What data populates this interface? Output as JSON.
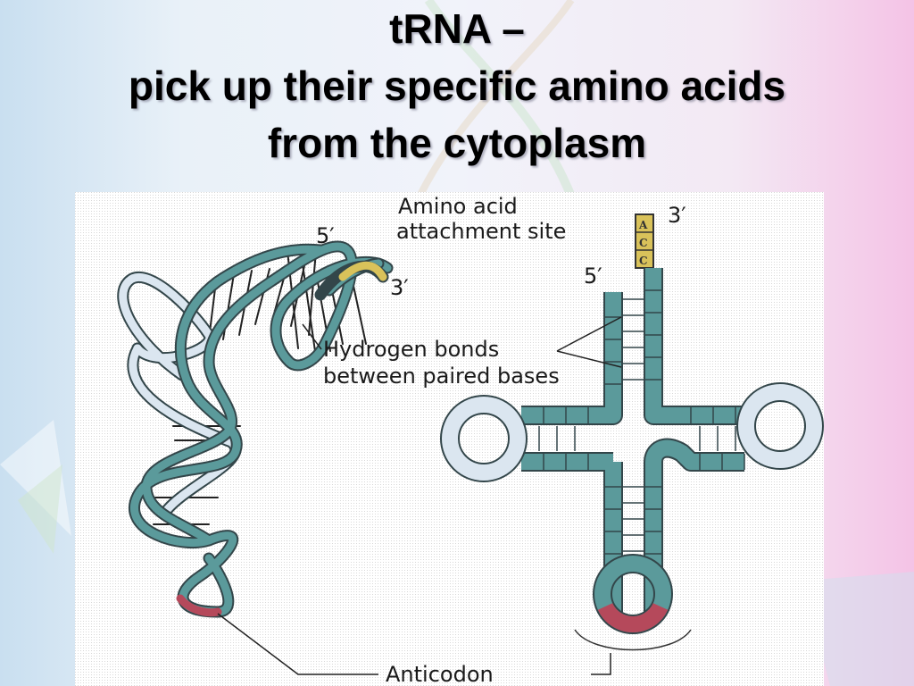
{
  "slide": {
    "title_line1": "tRNA –",
    "title_line2": "pick up their specific amino acids",
    "title_line3": "from the cytoplasm"
  },
  "diagram": {
    "left_5prime": "5′",
    "left_3prime": "3′",
    "amino_acid_line1": "Amino acid",
    "amino_acid_line2": "attachment site",
    "right_3prime": "3′",
    "right_5prime": "5′",
    "acc_bases": [
      "A",
      "C",
      "C"
    ],
    "hbond_line1": "Hydrogen bonds",
    "hbond_line2": "between paired bases",
    "anticodon": "Anticodon"
  },
  "colors": {
    "strand": "#5b9a9b",
    "strand_light": "#dbe6f0",
    "acceptor_end": "#d9c25a",
    "anticodon": "#b5495b"
  }
}
